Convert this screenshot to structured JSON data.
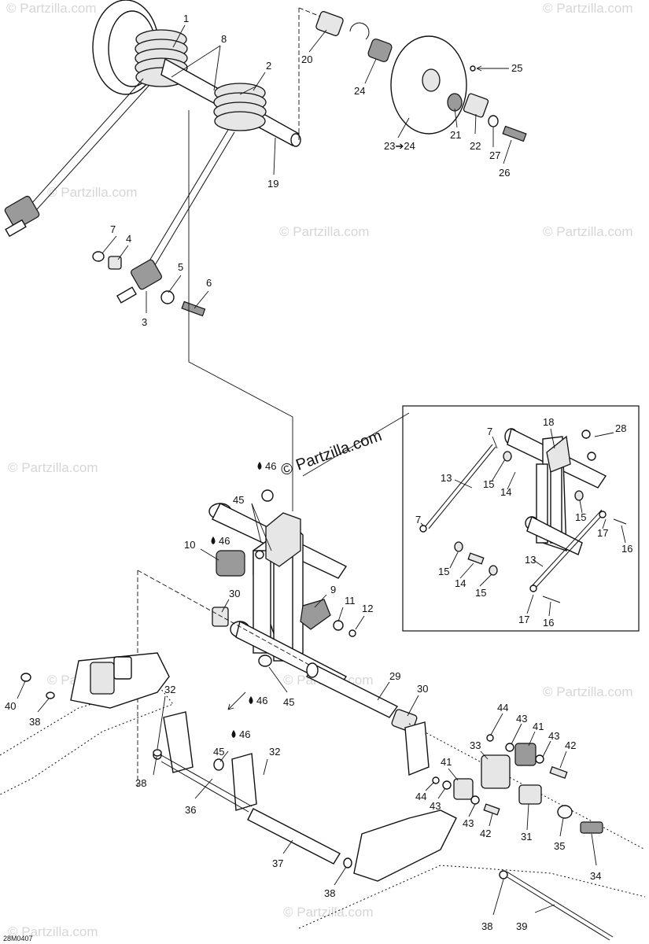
{
  "diagram_code": "28M0407",
  "watermarks": {
    "repeated": "© Partzilla.com",
    "center": "© Partzilla.com"
  },
  "part_numbers": [
    "1",
    "2",
    "3",
    "4",
    "5",
    "6",
    "7",
    "8",
    "9",
    "10",
    "11",
    "12",
    "13",
    "14",
    "15",
    "16",
    "17",
    "18",
    "19",
    "20",
    "21",
    "22",
    "23➔24",
    "24",
    "25",
    "26",
    "27",
    "28",
    "29",
    "30",
    "31",
    "32",
    "33",
    "34",
    "35",
    "36",
    "37",
    "38",
    "39",
    "40",
    "41",
    "42",
    "43",
    "44",
    "45",
    "46"
  ],
  "callouts": {
    "c1": "1",
    "c2": "2",
    "c8": "8",
    "c19": "19",
    "c20": "20",
    "c24a": "24",
    "c25": "25",
    "c21": "21",
    "c22": "22",
    "c2324": "23➔24",
    "c27": "27",
    "c26": "26",
    "c7a": "7",
    "c4": "4",
    "c5": "5",
    "c6": "6",
    "c3": "3",
    "c46a": "46",
    "c45a": "45",
    "c10": "10",
    "c46b": "46",
    "c30a": "30",
    "c9": "9",
    "c11": "11",
    "c12": "12",
    "c46c": "46",
    "c45b": "45",
    "c29": "29",
    "c30b": "30",
    "c40": "40",
    "c38a": "38",
    "c32a": "32",
    "c46d": "46",
    "c45c": "45",
    "c32b": "32",
    "c38b": "38",
    "c36": "36",
    "c37": "37",
    "c38c": "38",
    "c38d": "38",
    "c39": "39",
    "c44a": "44",
    "c43a": "43",
    "c41a": "41",
    "c43b": "43",
    "c42a": "42",
    "c33": "33",
    "c41b": "41",
    "c44b": "44",
    "c43c": "43",
    "c43d": "43",
    "c42b": "42",
    "c31": "31",
    "c35": "35",
    "c34": "34",
    "i18": "18",
    "i28": "28",
    "i7a": "7",
    "i13a": "13",
    "i15a": "15",
    "i14a": "14",
    "i15b": "15",
    "i7b": "7",
    "i17a": "17",
    "i16a": "16",
    "i13b": "13",
    "i15c": "15",
    "i14b": "14",
    "i15d": "15",
    "i17b": "17",
    "i16b": "16"
  },
  "icons": {
    "lubricant": "droplet-icon",
    "direction": "arrow-icon"
  }
}
